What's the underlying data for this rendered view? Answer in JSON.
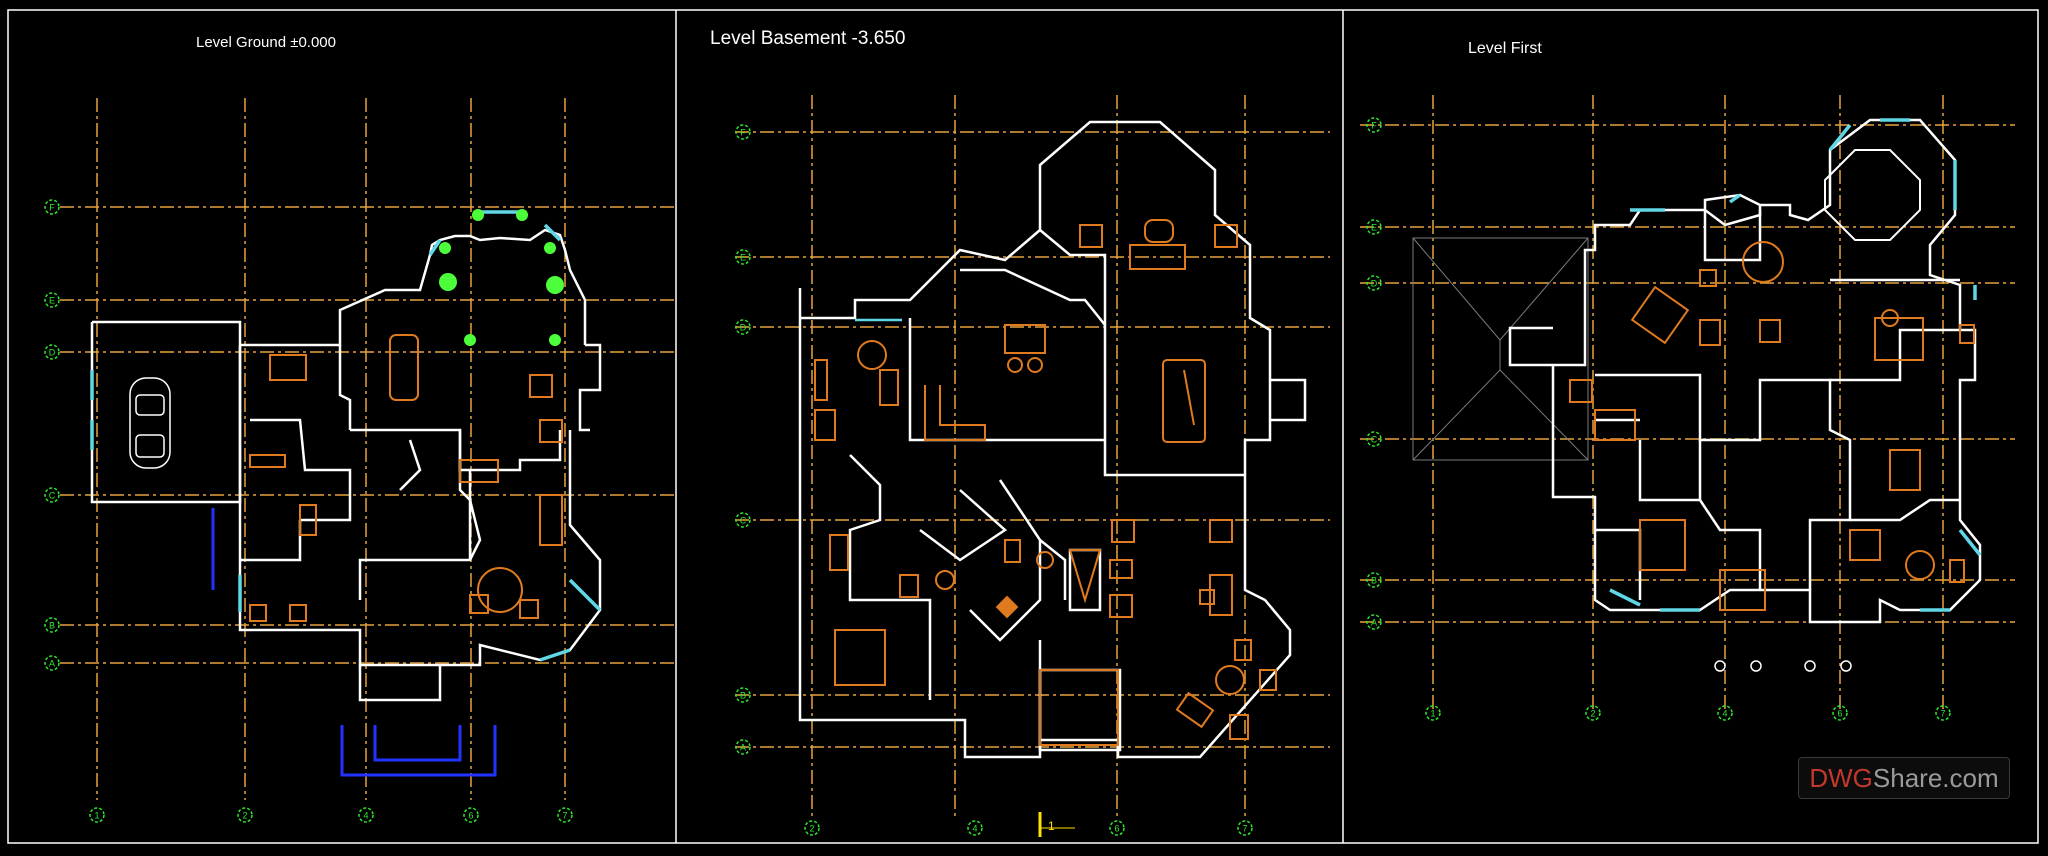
{
  "panels": [
    {
      "id": "ground",
      "title": "Level Ground ±0.000",
      "grid_rows": [
        "F",
        "E",
        "D",
        "C",
        "B",
        "A"
      ],
      "grid_cols": [
        "1",
        "2",
        "4",
        "6",
        "7"
      ]
    },
    {
      "id": "basement",
      "title": "Level Basement -3.650",
      "grid_rows": [
        "F",
        "E",
        "D",
        "C",
        "B",
        "A"
      ],
      "grid_cols": [
        "2",
        "4",
        "6",
        "7"
      ]
    },
    {
      "id": "first",
      "title": "Level First",
      "grid_rows": [
        "F",
        "E",
        "D",
        "C",
        "B",
        "A"
      ],
      "grid_cols": [
        "1",
        "2",
        "4",
        "6",
        "7"
      ]
    }
  ],
  "section_mark": "1",
  "watermark": {
    "part1": "DWG",
    "part2": "Share.com"
  },
  "colors": {
    "background": "#000000",
    "wall": "#ffffff",
    "gridline": "#e8a33c",
    "grid_bubble": "#2ee82e",
    "furniture": "#e07a1f",
    "window": "#5fd7e6",
    "plants": "#4cff3a",
    "stairs_blue": "#2233ff",
    "section_mark": "#ffe000"
  }
}
